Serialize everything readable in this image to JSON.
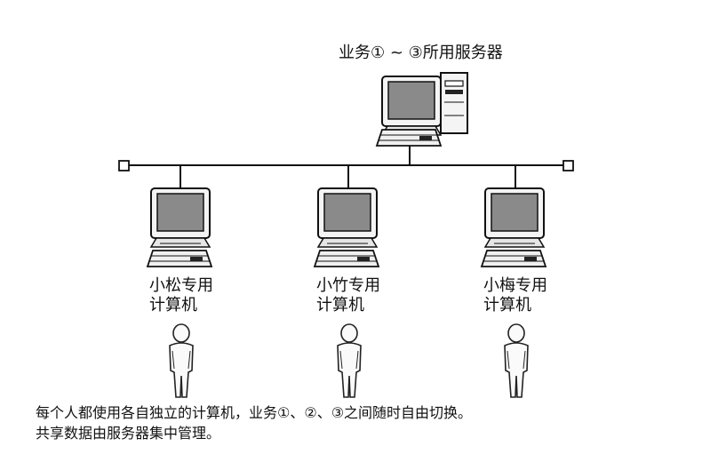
{
  "server": {
    "label": "业务① ~ ③所用服务器"
  },
  "clients": [
    {
      "line1": "小松专用",
      "line2": "计算机"
    },
    {
      "line1": "小竹专用",
      "line2": "计算机"
    },
    {
      "line1": "小梅专用",
      "line2": "计算机"
    }
  ],
  "caption": {
    "line1": "每个人都使用各自独立的计算机，业务①、②、③之间随时自由切换。",
    "line2": "共享数据由服务器集中管理。"
  }
}
